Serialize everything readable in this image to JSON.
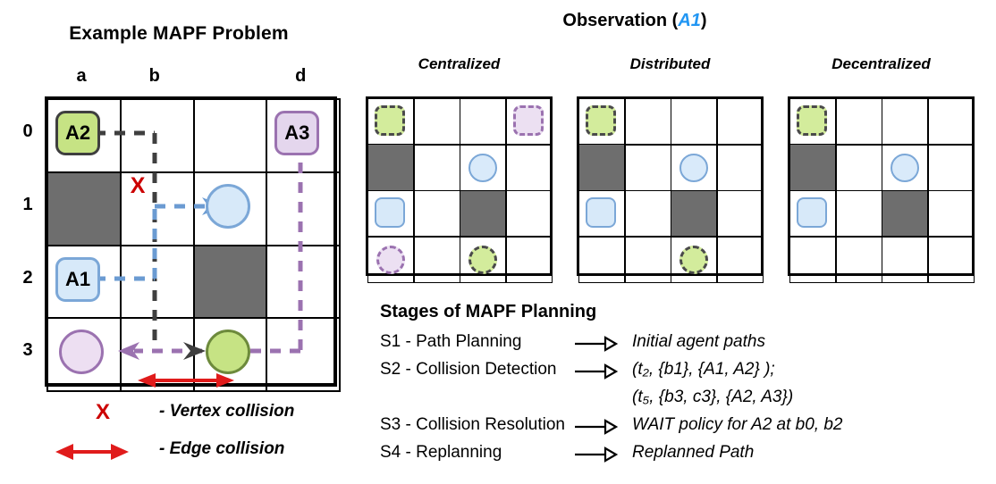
{
  "left": {
    "title": "Example MAPF Problem",
    "column_headers": [
      {
        "label": "a",
        "col": 0
      },
      {
        "label": "b",
        "col": 1
      },
      {
        "label": "d",
        "col": 3
      }
    ],
    "row_headers": [
      "0",
      "1",
      "2",
      "3"
    ],
    "grid": {
      "rows": 4,
      "cols": 4,
      "obstacles": [
        [
          1,
          0
        ],
        [
          2,
          2
        ]
      ],
      "agents": [
        {
          "id": "A2",
          "row": 0,
          "col": 0,
          "color": "#c6e384",
          "border": "#3f3f3f"
        },
        {
          "id": "A3",
          "row": 0,
          "col": 3,
          "color": "#e4d6ed",
          "border": "#9b72b0"
        },
        {
          "id": "A1",
          "row": 2,
          "col": 0,
          "color": "#d7e9f9",
          "border": "#7ba7d7"
        }
      ],
      "goals": [
        {
          "for": "A1",
          "row": 1,
          "col": 2,
          "color": "#d7e9f9",
          "border": "#7ba7d7"
        },
        {
          "for": "A3",
          "row": 3,
          "col": 0,
          "color": "#eddff2",
          "border": "#9b72b0"
        },
        {
          "for": "A2",
          "row": 3,
          "col": 2,
          "color": "#c6e384",
          "border": "#6d8a3c"
        }
      ],
      "vertex_collision_marker": {
        "label": "X",
        "color": "#cc0000",
        "row": 1,
        "col": 1
      }
    }
  },
  "legend": {
    "items": [
      {
        "symbol": "X",
        "icon": "x-mark-icon",
        "text": "- Vertex collision"
      },
      {
        "symbol": "↔",
        "icon": "double-arrow-icon",
        "text": "- Edge collision"
      }
    ]
  },
  "observation": {
    "title_main": "Observation",
    "title_paren_open": "(",
    "title_agent": "A1",
    "title_paren_close": ")",
    "agent_color": "#2196f3",
    "panels": [
      {
        "name": "Centralized",
        "cells": [
          {
            "row": 0,
            "col": 0,
            "shape": "square",
            "style": "green-dashed"
          },
          {
            "row": 0,
            "col": 3,
            "shape": "square",
            "style": "purple-dashed"
          },
          {
            "row": 1,
            "col": 0,
            "shape": "obstacle"
          },
          {
            "row": 1,
            "col": 2,
            "shape": "circle",
            "style": "blue"
          },
          {
            "row": 2,
            "col": 0,
            "shape": "square",
            "style": "blue"
          },
          {
            "row": 2,
            "col": 2,
            "shape": "obstacle"
          },
          {
            "row": 3,
            "col": 0,
            "shape": "circle",
            "style": "purple-dashed"
          },
          {
            "row": 3,
            "col": 2,
            "shape": "circle",
            "style": "green-dashed"
          }
        ]
      },
      {
        "name": "Distributed",
        "cells": [
          {
            "row": 0,
            "col": 0,
            "shape": "square",
            "style": "green-dashed"
          },
          {
            "row": 1,
            "col": 0,
            "shape": "obstacle"
          },
          {
            "row": 1,
            "col": 2,
            "shape": "circle",
            "style": "blue"
          },
          {
            "row": 2,
            "col": 0,
            "shape": "square",
            "style": "blue"
          },
          {
            "row": 2,
            "col": 2,
            "shape": "obstacle"
          },
          {
            "row": 3,
            "col": 2,
            "shape": "circle",
            "style": "green-dashed"
          }
        ]
      },
      {
        "name": "Decentralized",
        "cells": [
          {
            "row": 0,
            "col": 0,
            "shape": "square",
            "style": "green-dashed"
          },
          {
            "row": 1,
            "col": 0,
            "shape": "obstacle"
          },
          {
            "row": 1,
            "col": 2,
            "shape": "circle",
            "style": "blue"
          },
          {
            "row": 2,
            "col": 0,
            "shape": "square",
            "style": "blue"
          },
          {
            "row": 2,
            "col": 2,
            "shape": "obstacle"
          }
        ]
      }
    ]
  },
  "stages": {
    "title": "Stages of MAPF Planning",
    "arrow": "⟶▷",
    "rows": [
      {
        "label": "S1 - Path Planning",
        "value": "Initial agent paths"
      },
      {
        "label": "S2 - Collision Detection",
        "value": "(t₂, {b1}, {A1, A2} );"
      },
      {
        "label": "",
        "value": "(t₅, {b3, c3}, {A2, A3})",
        "no_arrow": true
      },
      {
        "label": "S3 - Collision Resolution",
        "value": "WAIT policy for A2 at b0, b2"
      },
      {
        "label": "S4 - Replanning",
        "value": "Replanned Path"
      }
    ]
  }
}
